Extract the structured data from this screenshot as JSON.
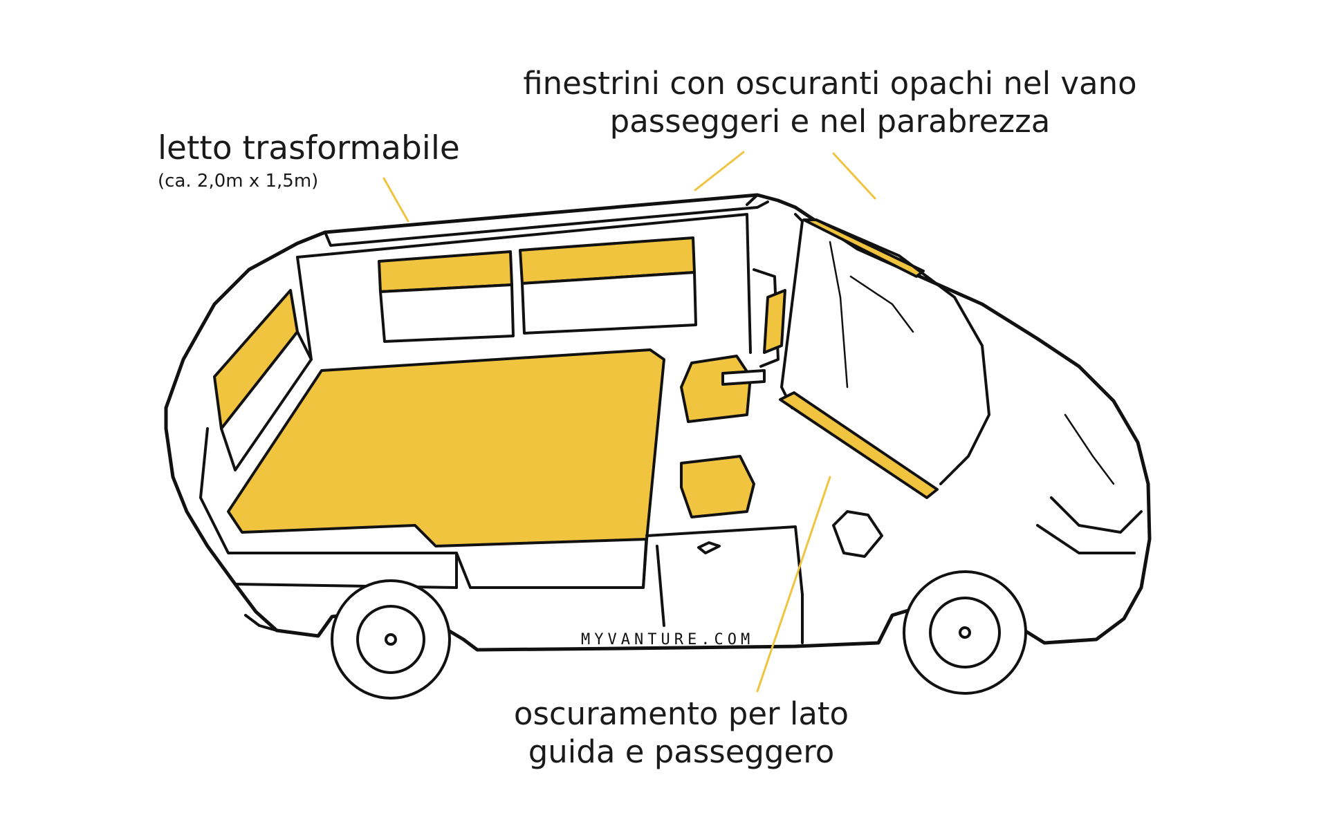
{
  "callouts": {
    "bed": {
      "title": "letto trasformabile",
      "dimensions": "(ca. 2,0m x 1,5m)"
    },
    "windows": {
      "line1": "finestrini con oscuranti opachi nel vano",
      "line2": "passeggeri e nel parabrezza"
    },
    "cab": {
      "line1": "oscuramento per lato",
      "line2": "guida e passeggero"
    }
  },
  "van": {
    "brand_text": "MYVANTURE.COM"
  },
  "colors": {
    "highlight": "#f0c43f",
    "outline": "#111111",
    "background": "#ffffff"
  }
}
